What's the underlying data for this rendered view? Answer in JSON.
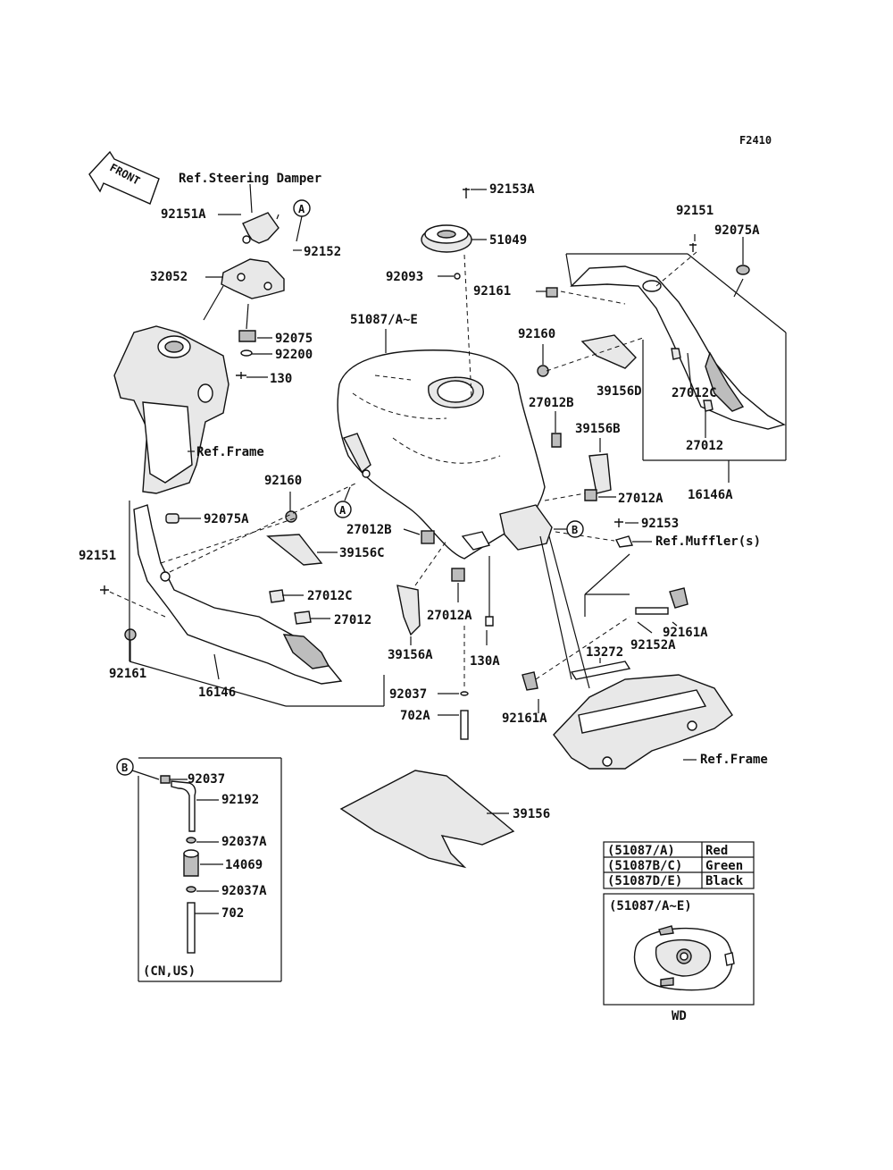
{
  "figure_code": "F2410",
  "front_label": "FRONT",
  "callouts": {
    "ref_steering": "Ref.Steering Damper",
    "p92151A": "92151A",
    "p32052": "32052",
    "A_top": "A",
    "p92152": "92152",
    "p92075_top": "92075",
    "p92200": "92200",
    "p130": "130",
    "ref_frame_left": "Ref.Frame",
    "p92153A": "92153A",
    "p51049": "51049",
    "p92093": "92093",
    "p51087": "51087/A~E",
    "p92161_top": "92161",
    "p92160_mid": "92160",
    "p92151_right": "92151",
    "p92075A_right": "92075A",
    "p39156D": "39156D",
    "p27012C_right": "27012C",
    "p27012_right": "27012",
    "p16146A": "16146A",
    "p27012B_top": "27012B",
    "p39156B": "39156B",
    "p27012A_right": "27012A",
    "B_mid": "B",
    "p92153": "92153",
    "ref_muffler": "Ref.Muffler(s)",
    "p92160_left": "92160",
    "A_mid": "A",
    "p92075A_left": "92075A",
    "p92151_left": "92151",
    "p39156C": "39156C",
    "p27012B_mid": "27012B",
    "p27012C_left": "27012C",
    "p27012_left": "27012",
    "p92161_left": "92161",
    "p16146": "16146",
    "p39156A": "39156A",
    "p27012A_mid": "27012A",
    "p130A": "130A",
    "p92037": "92037",
    "p702A": "702A",
    "p92161A_right": "92161A",
    "p92152A": "92152A",
    "p13272": "13272",
    "p92161A_low": "92161A",
    "ref_frame_right": "Ref.Frame",
    "p39156": "39156"
  },
  "inset_b": {
    "marker": "B",
    "items": [
      "92037",
      "92192",
      "92037A",
      "14069",
      "92037A",
      "702"
    ],
    "note": "(CN,US)"
  },
  "color_table": {
    "rows": [
      {
        "code": "(51087/A)",
        "color": "Red"
      },
      {
        "code": "(51087B/C)",
        "color": "Green"
      },
      {
        "code": "(51087D/E)",
        "color": "Black"
      }
    ]
  },
  "wd_inset": {
    "title": "(51087/A~E)",
    "caption": "WD"
  }
}
